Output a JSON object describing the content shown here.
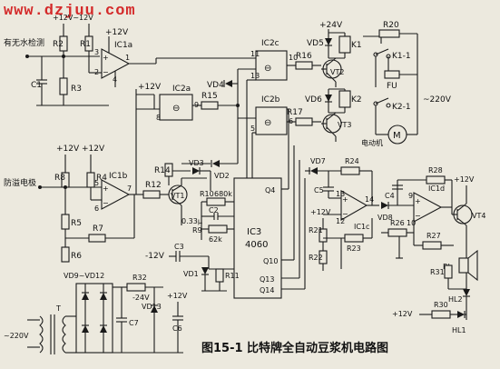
{
  "watermark": "www.dzjuu.com",
  "caption": "图15-1  比特牌全自动豆浆机电路图",
  "colors": {
    "ink": "#1a1a1a",
    "paper": "#ece9de",
    "watermark": "#d42a2a"
  },
  "labels": {
    "top_supply": "+12V~12V",
    "water_detect": "有无水检测",
    "anti_overflow": "防溢电极",
    "motor": "电动机",
    "mains_right": "~220V",
    "mains_left": "~220V",
    "supply_24": "+24V",
    "v12": "+12V",
    "neg12": "-12V",
    "neg24": "-24V",
    "cap_value": "0.33μ",
    "r_value_62k": "62k",
    "r_value_680k": "680k",
    "ic3_name": "IC3",
    "ic3_part": "4060",
    "ic1a": "IC1a",
    "ic1b": "IC1b",
    "ic1c": "IC1c",
    "ic1d": "IC1d",
    "ic2a": "IC2a",
    "ic2b": "IC2b",
    "ic2c": "IC2c",
    "vt1": "VT1",
    "vt2": "VT2",
    "vt3": "VT3",
    "vt4": "VT4",
    "k1": "K1",
    "k2": "K2",
    "k1_1": "K1-1",
    "k2_1": "K2-1",
    "fu": "FU",
    "m": "M",
    "bl": "BL",
    "hl1": "HL1",
    "hl2": "HL2",
    "t": "T",
    "vd_bridge": "VD9~VD12",
    "vd13": "VD13",
    "r1": "R1",
    "r2": "R2",
    "r3": "R3",
    "r4": "R4",
    "r5": "R5",
    "r6": "R6",
    "r7": "R7",
    "r8": "R8",
    "r9": "R9",
    "r10": "R10",
    "r11": "R11",
    "r12": "R12",
    "r14": "R14",
    "r15": "R15",
    "r16": "R16",
    "r17": "R17",
    "r20": "R20",
    "r21": "R21",
    "r22": "R22",
    "r23": "R23",
    "r24": "R24",
    "r26": "R26",
    "r27": "R27",
    "r28": "R28",
    "r30": "R30",
    "r31": "R31",
    "r32": "R32",
    "c1": "C1",
    "c2": "C2",
    "c3": "C3",
    "c4": "C4",
    "c5": "C5",
    "c6": "C6",
    "c7": "C7",
    "vd1": "VD1",
    "vd2": "VD2",
    "vd3": "VD3",
    "vd4": "VD4",
    "vd5": "VD5",
    "vd6": "VD6",
    "vd7": "VD7",
    "vd8": "VD8",
    "q4": "Q4",
    "q10": "Q10",
    "q13": "Q13",
    "q14": "Q14"
  }
}
